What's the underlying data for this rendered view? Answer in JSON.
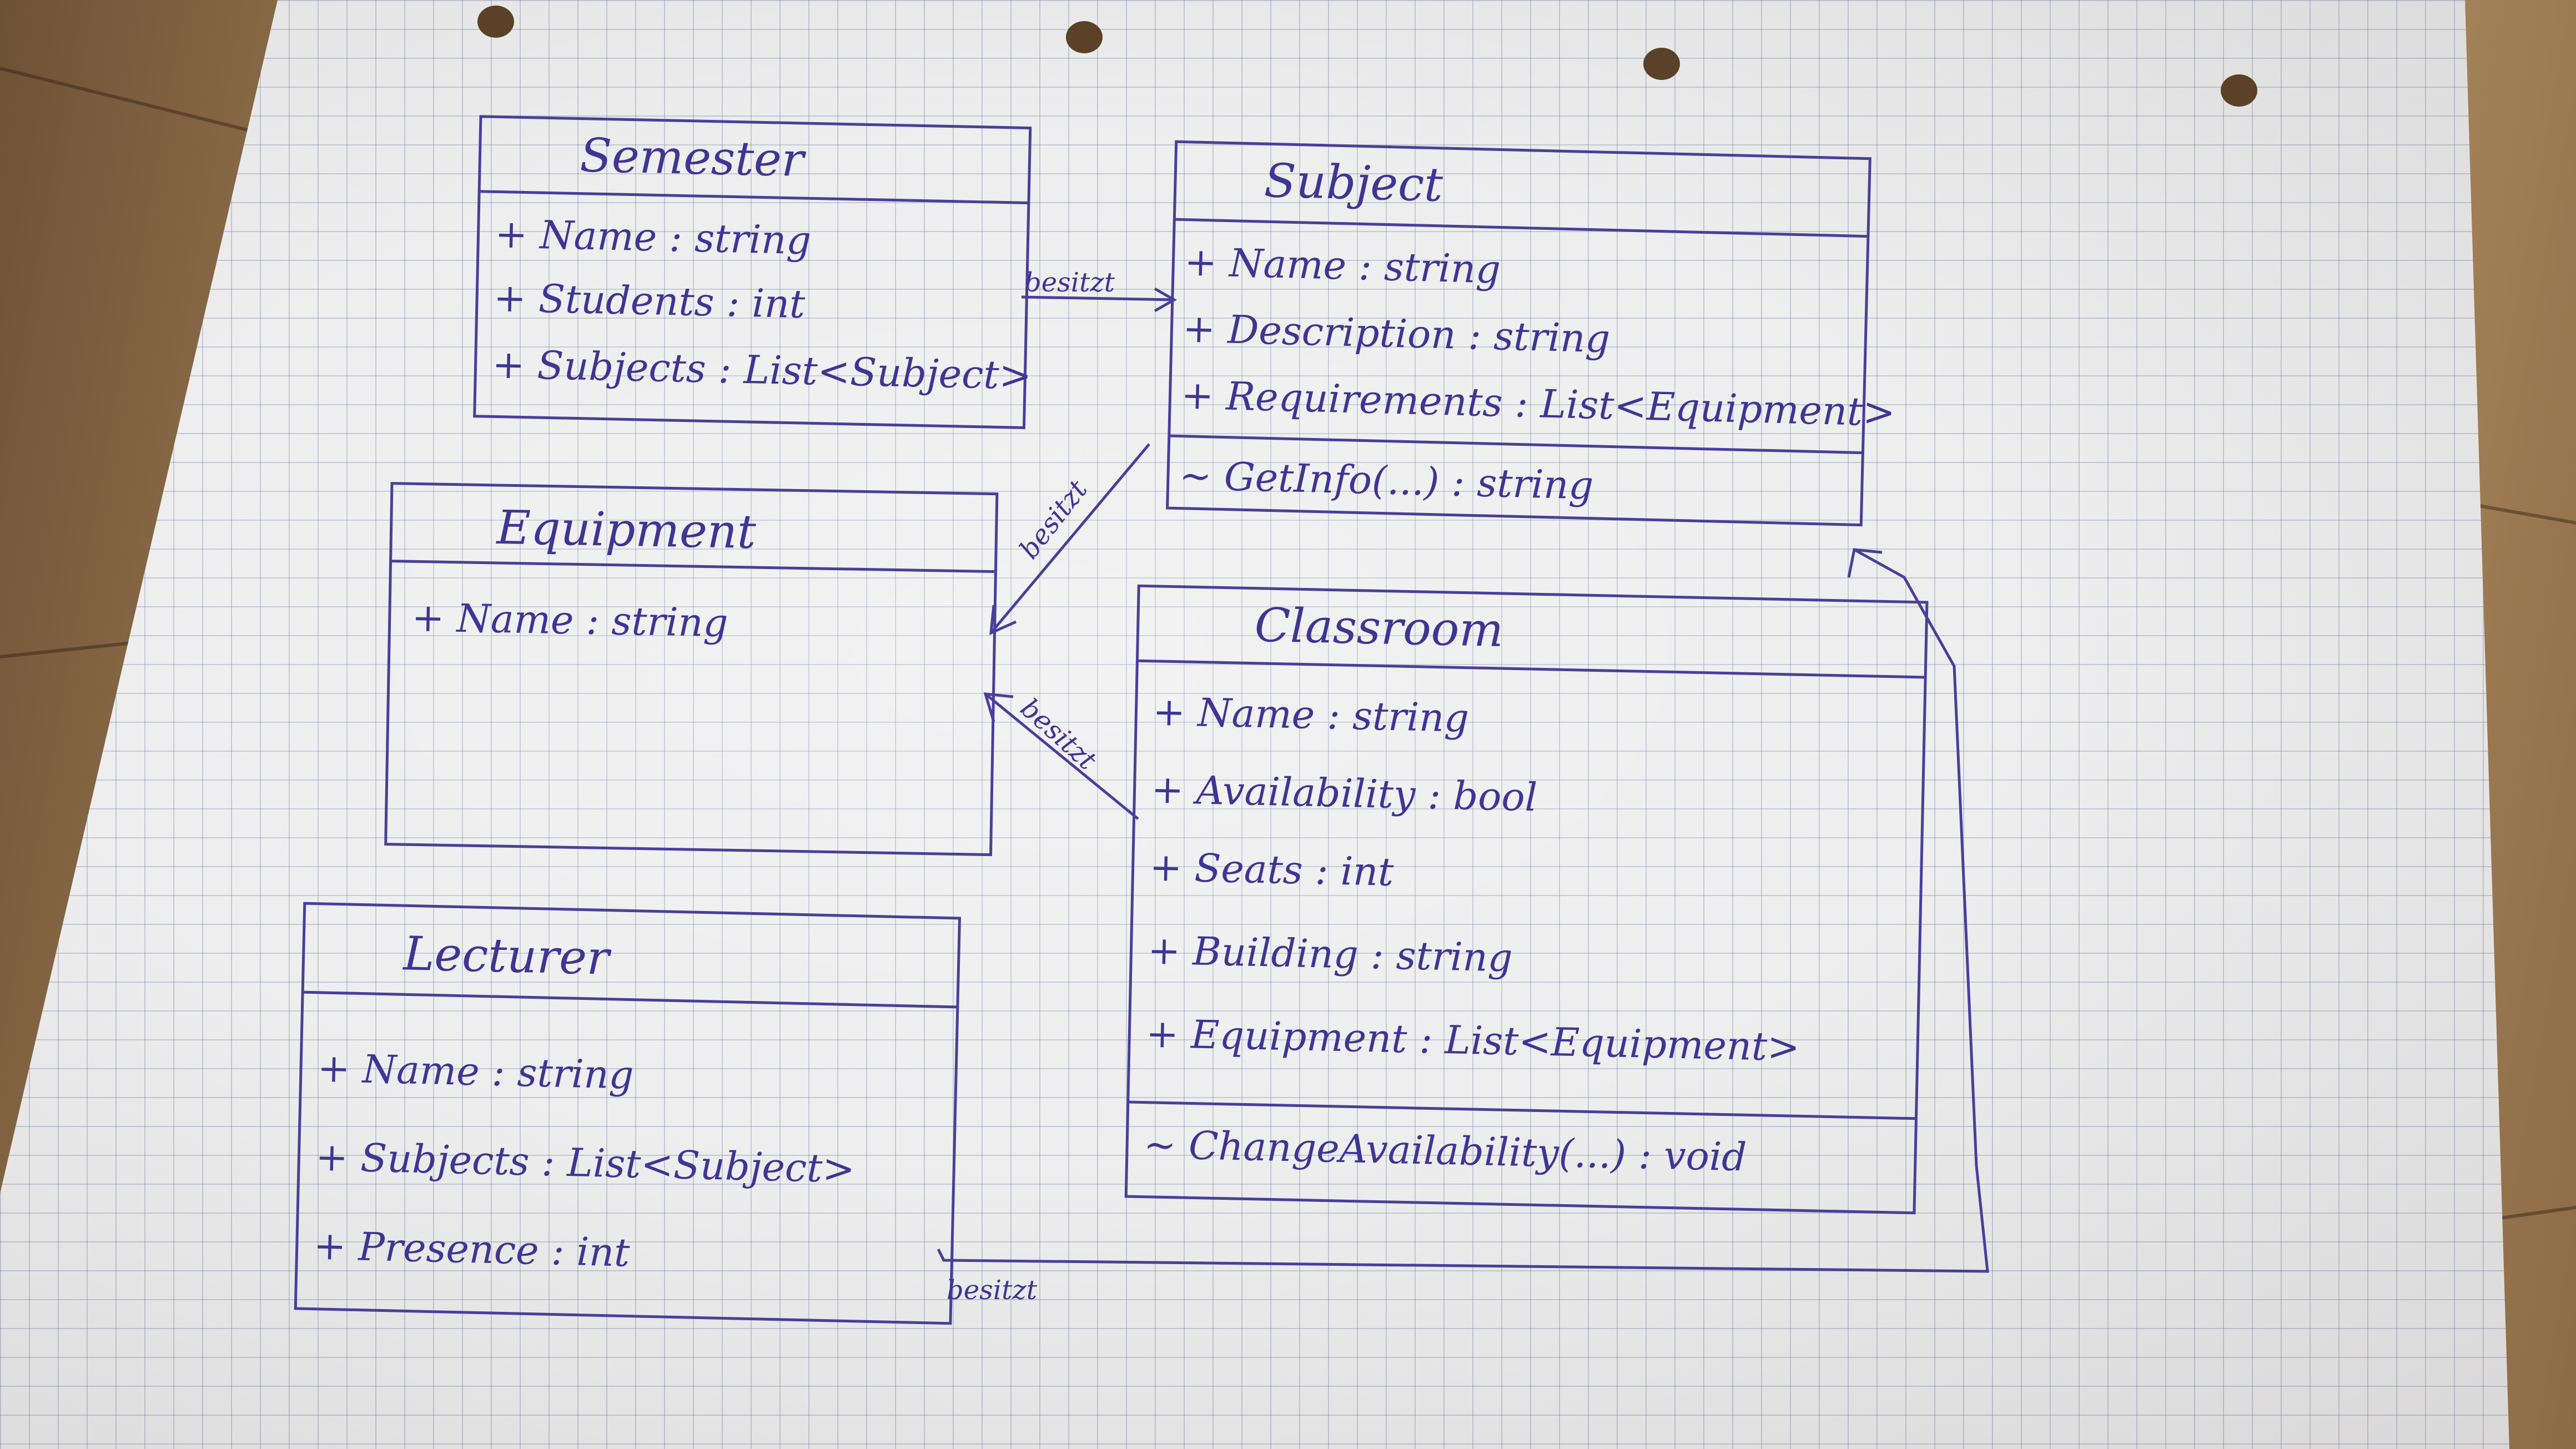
{
  "diagram": {
    "classes": {
      "semester": {
        "name": "Semester",
        "attributes": [
          "+ Name : string",
          "+ Students : int",
          "+ Subjects : List<Subject>"
        ]
      },
      "subject": {
        "name": "Subject",
        "attributes": [
          "+ Name : string",
          "+ Description : string",
          "+ Requirements : List<Equipment>"
        ],
        "methods": [
          "~ GetInfo(...) : string"
        ]
      },
      "equipment": {
        "name": "Equipment",
        "attributes": [
          "+ Name : string"
        ]
      },
      "classroom": {
        "name": "Classroom",
        "attributes": [
          "+ Name : string",
          "+ Availability : bool",
          "+ Seats : int",
          "+ Building : string",
          "+ Equipment : List<Equipment>"
        ],
        "methods": [
          "~ ChangeAvailability(...) : void"
        ]
      },
      "lecturer": {
        "name": "Lecturer",
        "attributes": [
          "+ Name : string",
          "+ Subjects : List<Subject>",
          "+ Presence : int"
        ]
      }
    },
    "relations": {
      "semester_subject": "besitzt",
      "subject_equipment": "besitzt",
      "classroom_equipment": "besitzt",
      "lecturer_subject": "besitzt"
    }
  },
  "colors": {
    "ink": "#3f3592",
    "paper": "#eeeeef",
    "grid": "#9aa0b8",
    "wood": "#9b7a52"
  }
}
